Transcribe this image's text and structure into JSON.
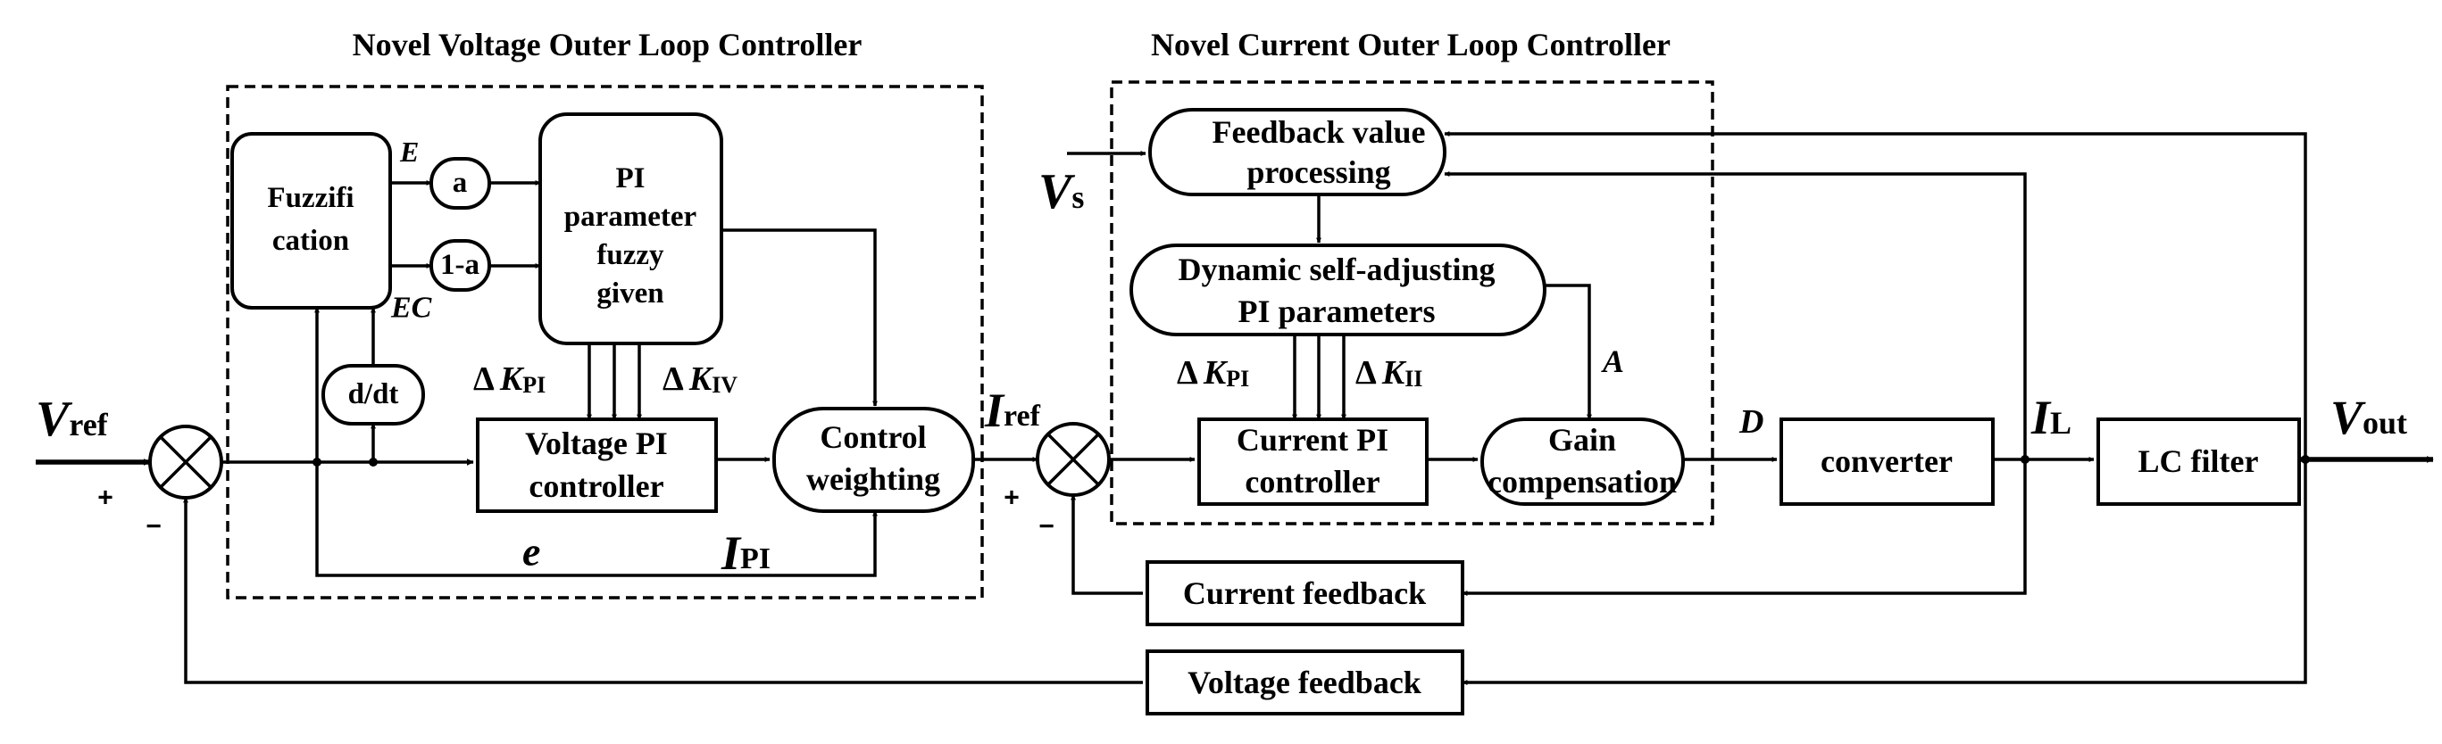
{
  "titles": {
    "voltage_loop": "Novel Voltage Outer Loop Controller",
    "current_loop": "Novel Current Outer Loop Controller"
  },
  "blocks": {
    "fuzzification": [
      "Fuzzifi",
      "cation"
    ],
    "gain_a": "a",
    "gain_1a": "1-a",
    "pi_fuzzy": [
      "PI",
      "parameter",
      "fuzzy",
      "given"
    ],
    "ddt": "d/dt",
    "voltage_pi": [
      "Voltage PI",
      "controller"
    ],
    "control_weighting": [
      "Control",
      "weighting"
    ],
    "feedback_processing": [
      "Feedback value",
      "processing"
    ],
    "dynamic_pi": [
      "Dynamic self-adjusting",
      "PI parameters"
    ],
    "current_pi": [
      "Current PI",
      "controller"
    ],
    "gain_comp": [
      "Gain",
      "compensation"
    ],
    "converter": "converter",
    "lc_filter": "LC filter",
    "current_feedback": "Current feedback",
    "voltage_feedback": "Voltage feedback"
  },
  "signals": {
    "E": "E",
    "EC": "EC",
    "e": "e",
    "A": "A",
    "D": "D",
    "delta": "Δ",
    "K": "K",
    "Vref_main": "V",
    "Vref_sub": "ref",
    "Vs_main": "V",
    "Vs_sub": "s",
    "Iref_main": "I",
    "Iref_sub": "ref",
    "IPI_main": "I",
    "IPI_sub": "PI",
    "IL_main": "I",
    "IL_sub": "L",
    "Vout_main": "V",
    "Vout_sub": "out",
    "KPI_sub": "PI",
    "KIV_sub": "IV",
    "KII_sub": "II"
  },
  "signs": {
    "plus": "+",
    "minus": "−"
  }
}
